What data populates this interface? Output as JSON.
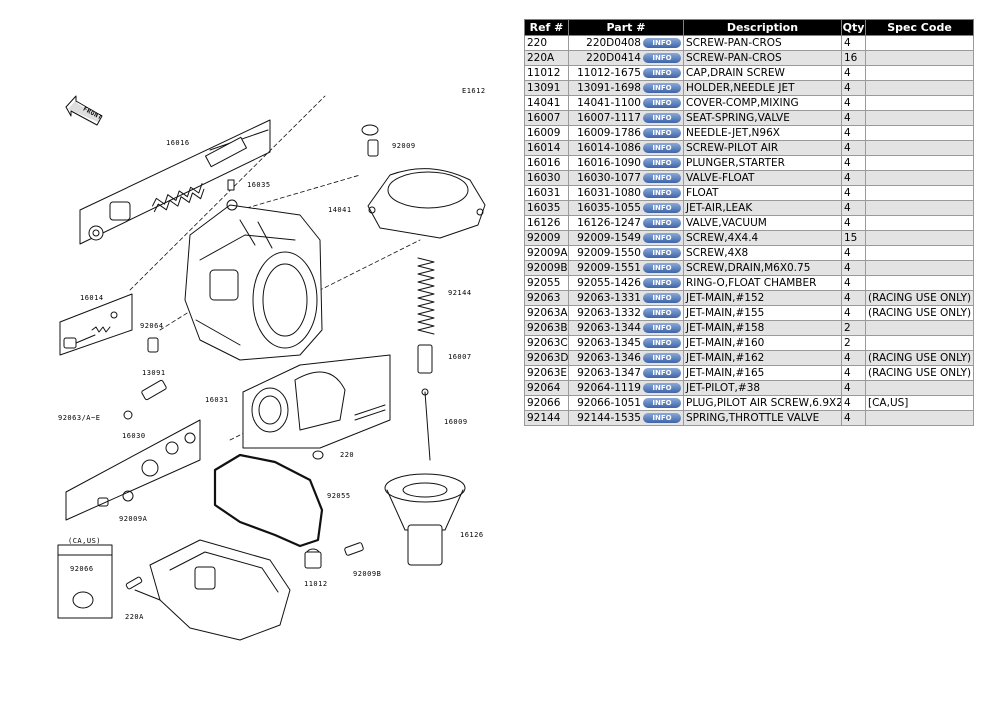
{
  "diagram": {
    "figure_code": "E1612",
    "front_label": "FRONT",
    "callouts": [
      "16016",
      "16035",
      "14041",
      "92009",
      "92144",
      "16014",
      "92064",
      "13091",
      "92063/A~E",
      "16030",
      "92009A",
      "16031",
      "16007",
      "16009",
      "220",
      "92055",
      "16126",
      "92066",
      "(CA,US)",
      "220A",
      "11012",
      "92009B"
    ]
  },
  "table": {
    "headers": [
      "Ref #",
      "Part #",
      "Description",
      "Qty",
      "Spec Code"
    ],
    "info_label": "INFO",
    "rows": [
      {
        "ref": "220",
        "part": "220D0408",
        "desc": "SCREW-PAN-CROS",
        "qty": "4",
        "spec": ""
      },
      {
        "ref": "220A",
        "part": "220D0414",
        "desc": "SCREW-PAN-CROS",
        "qty": "16",
        "spec": ""
      },
      {
        "ref": "11012",
        "part": "11012-1675",
        "desc": "CAP,DRAIN SCREW",
        "qty": "4",
        "spec": ""
      },
      {
        "ref": "13091",
        "part": "13091-1698",
        "desc": "HOLDER,NEEDLE JET",
        "qty": "4",
        "spec": ""
      },
      {
        "ref": "14041",
        "part": "14041-1100",
        "desc": "COVER-COMP,MIXING",
        "qty": "4",
        "spec": ""
      },
      {
        "ref": "16007",
        "part": "16007-1117",
        "desc": "SEAT-SPRING,VALVE",
        "qty": "4",
        "spec": ""
      },
      {
        "ref": "16009",
        "part": "16009-1786",
        "desc": "NEEDLE-JET,N96X",
        "qty": "4",
        "spec": ""
      },
      {
        "ref": "16014",
        "part": "16014-1086",
        "desc": "SCREW-PILOT AIR",
        "qty": "4",
        "spec": ""
      },
      {
        "ref": "16016",
        "part": "16016-1090",
        "desc": "PLUNGER,STARTER",
        "qty": "4",
        "spec": ""
      },
      {
        "ref": "16030",
        "part": "16030-1077",
        "desc": "VALVE-FLOAT",
        "qty": "4",
        "spec": ""
      },
      {
        "ref": "16031",
        "part": "16031-1080",
        "desc": "FLOAT",
        "qty": "4",
        "spec": ""
      },
      {
        "ref": "16035",
        "part": "16035-1055",
        "desc": "JET-AIR,LEAK",
        "qty": "4",
        "spec": ""
      },
      {
        "ref": "16126",
        "part": "16126-1247",
        "desc": "VALVE,VACUUM",
        "qty": "4",
        "spec": ""
      },
      {
        "ref": "92009",
        "part": "92009-1549",
        "desc": "SCREW,4X4.4",
        "qty": "15",
        "spec": ""
      },
      {
        "ref": "92009A",
        "part": "92009-1550",
        "desc": "SCREW,4X8",
        "qty": "4",
        "spec": ""
      },
      {
        "ref": "92009B",
        "part": "92009-1551",
        "desc": "SCREW,DRAIN,M6X0.75",
        "qty": "4",
        "spec": ""
      },
      {
        "ref": "92055",
        "part": "92055-1426",
        "desc": "RING-O,FLOAT CHAMBER",
        "qty": "4",
        "spec": ""
      },
      {
        "ref": "92063",
        "part": "92063-1331",
        "desc": "JET-MAIN,#152",
        "qty": "4",
        "spec": "(RACING USE ONLY)"
      },
      {
        "ref": "92063A",
        "part": "92063-1332",
        "desc": "JET-MAIN,#155",
        "qty": "4",
        "spec": "(RACING USE ONLY)"
      },
      {
        "ref": "92063B",
        "part": "92063-1344",
        "desc": "JET-MAIN,#158",
        "qty": "2",
        "spec": ""
      },
      {
        "ref": "92063C",
        "part": "92063-1345",
        "desc": "JET-MAIN,#160",
        "qty": "2",
        "spec": ""
      },
      {
        "ref": "92063D",
        "part": "92063-1346",
        "desc": "JET-MAIN,#162",
        "qty": "4",
        "spec": "(RACING USE ONLY)"
      },
      {
        "ref": "92063E",
        "part": "92063-1347",
        "desc": "JET-MAIN,#165",
        "qty": "4",
        "spec": "(RACING USE ONLY)"
      },
      {
        "ref": "92064",
        "part": "92064-1119",
        "desc": "JET-PILOT,#38",
        "qty": "4",
        "spec": ""
      },
      {
        "ref": "92066",
        "part": "92066-1051",
        "desc": "PLUG,PILOT AIR SCREW,6.9X2",
        "qty": "4",
        "spec": "[CA,US]"
      },
      {
        "ref": "92144",
        "part": "92144-1535",
        "desc": "SPRING,THROTTLE VALVE",
        "qty": "4",
        "spec": ""
      }
    ]
  }
}
